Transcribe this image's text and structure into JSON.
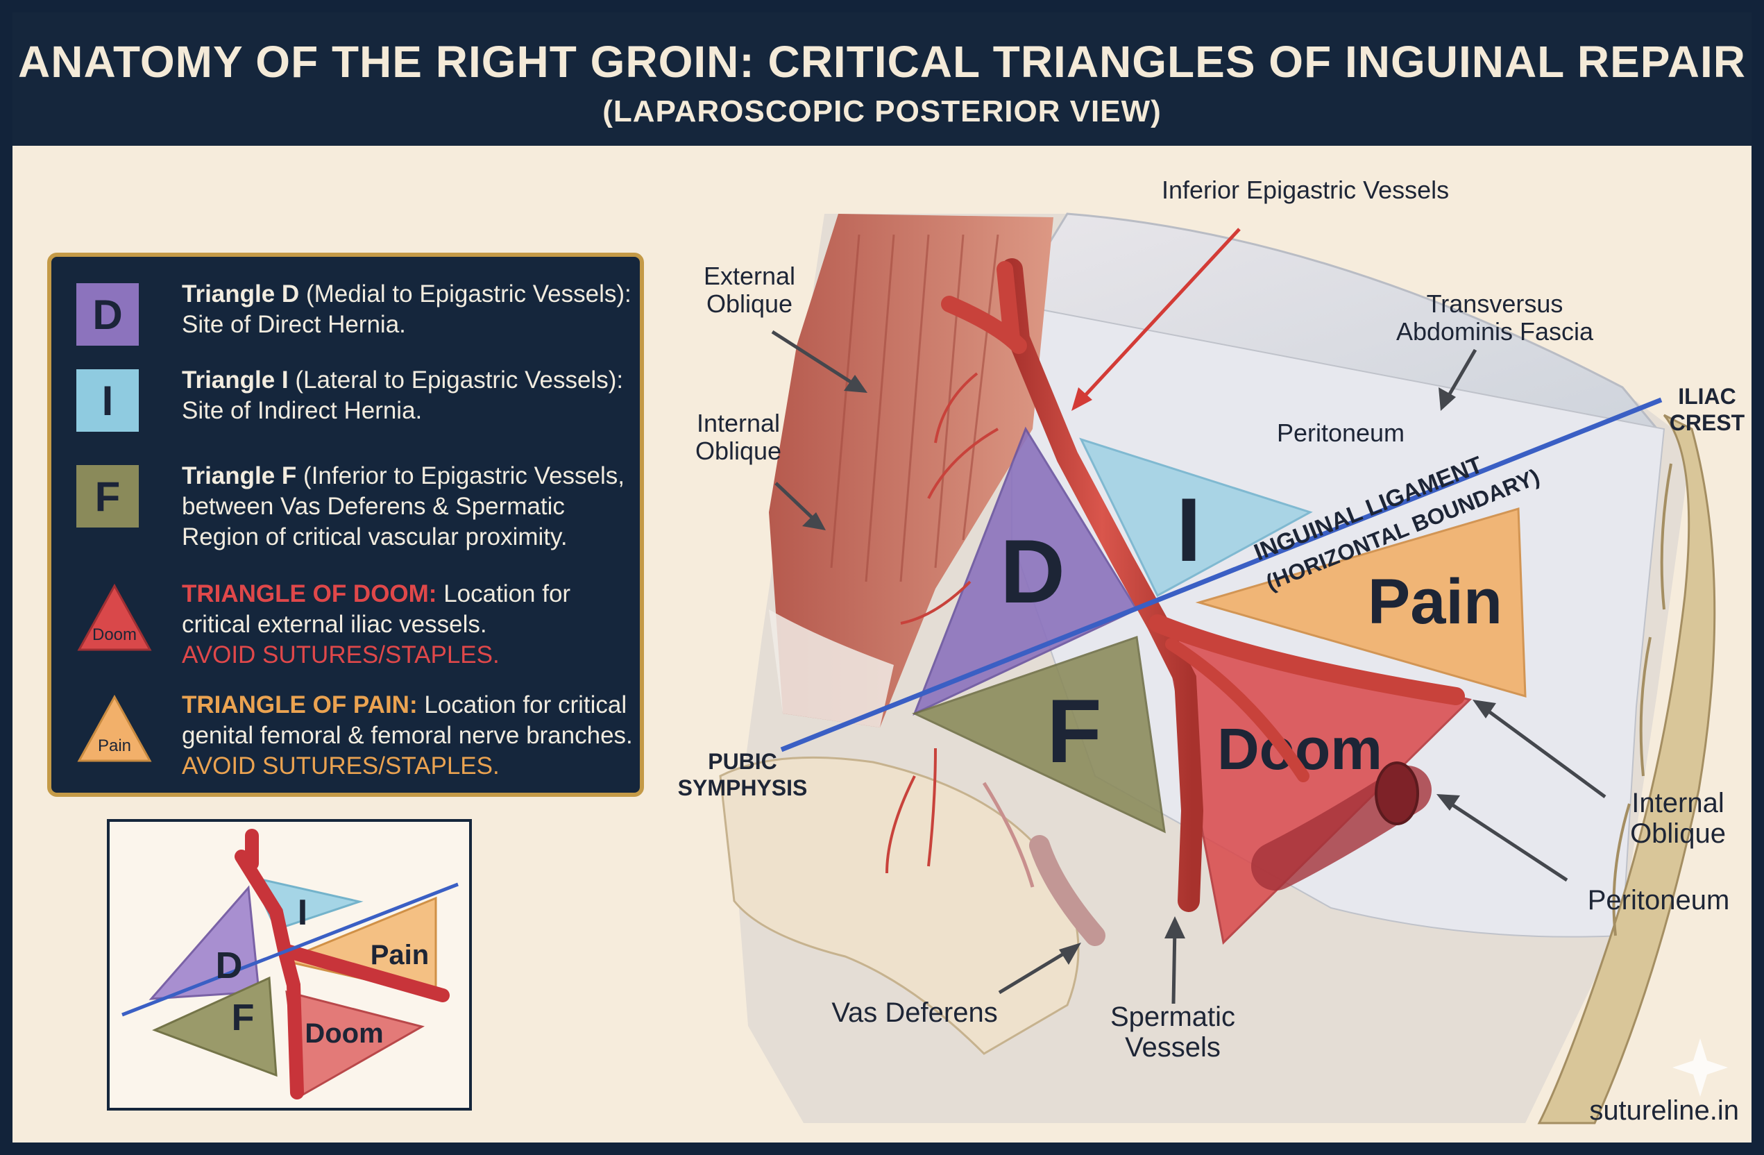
{
  "header": {
    "title": "ANATOMY OF THE RIGHT GROIN: CRITICAL TRIANGLES OF INGUINAL REPAIR",
    "subtitle": "(LAPAROSCOPIC POSTERIOR VIEW)"
  },
  "legend": {
    "items": [
      {
        "badge": "D",
        "bold": "Triangle D",
        "rest": " (Medial to Epigastric Vessels):",
        "line2": "Site of Direct Hernia.",
        "color": "#8c73bd"
      },
      {
        "badge": "I",
        "bold": "Triangle I",
        "rest": " (Lateral to Epigastric Vessels):",
        "line2": "Site of Indirect Hernia.",
        "color": "#8fcbe0"
      },
      {
        "badge": "F",
        "bold": "Triangle F",
        "rest": " (Inferior to Epigastric Vessels,",
        "line2": "between Vas Deferens & Spermatic",
        "line3": "Region of critical vascular proximity.",
        "color": "#8a8a5a"
      },
      {
        "badge": "Doom",
        "bold": "TRIANGLE OF DOOM:",
        "rest": " Location for",
        "line2": "critical external iliac vessels.",
        "warning": "AVOID SUTURES/STAPLES.",
        "color": "#d9484a"
      },
      {
        "badge": "Pain",
        "bold": "TRIANGLE OF PAIN:",
        "rest": " Location for critical",
        "line2": "genital femoral & femoral nerve branches.",
        "warning": "AVOID SUTURES/STAPLES.",
        "color": "#f2b06a"
      }
    ]
  },
  "diagram": {
    "triangles": {
      "d": "D",
      "i": "I",
      "f": "F",
      "doom": "Doom",
      "pain": "Pain"
    },
    "labels": {
      "inferior_epigastric": "Inferior Epigastric Vessels",
      "external_oblique_1": "External",
      "external_oblique_2": "Oblique",
      "internal_oblique_1": "Internal",
      "internal_oblique_2": "Oblique",
      "transversus_1": "Transversus",
      "transversus_2": "Abdominis Fascia",
      "iliac_1": "ILIAC",
      "iliac_2": "CREST",
      "peritoneum_top": "Peritoneum",
      "inguinal_1": "INGUINAL LIGAMENT",
      "inguinal_2": "(HORIZONTAL BOUNDARY)",
      "pubic_1": "PUBIC",
      "pubic_2": "SYMPHYSIS",
      "internal_oblique_r1": "Internal",
      "internal_oblique_r2": "Oblique",
      "peritoneum_right": "Peritoneum",
      "vas_deferens": "Vas Deferens",
      "spermatic_1": "Spermatic",
      "spermatic_2": "Vessels"
    }
  },
  "mini": {
    "d": "D",
    "i": "I",
    "f": "F",
    "doom": "Doom",
    "pain": "Pain"
  },
  "colors": {
    "navy": "#15263c",
    "gold": "#c49a47",
    "vessel": "#c8423b",
    "ligament": "#3a5fc4"
  },
  "footer": {
    "credit": "sutureline.in"
  }
}
